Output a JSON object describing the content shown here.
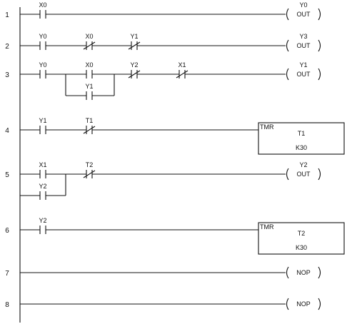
{
  "colors": {
    "ink": "#111111",
    "paper": "#ffffff"
  },
  "rungs": [
    {
      "number": "1",
      "contacts": [
        {
          "label": "X0",
          "type": "no"
        }
      ],
      "output": {
        "kind": "coil",
        "name": "Y0",
        "text": "OUT"
      }
    },
    {
      "number": "2",
      "contacts": [
        {
          "label": "Y0",
          "type": "no"
        },
        {
          "label": "X0",
          "type": "nc"
        },
        {
          "label": "Y1",
          "type": "nc"
        }
      ],
      "output": {
        "kind": "coil",
        "name": "Y3",
        "text": "OUT"
      }
    },
    {
      "number": "3",
      "contacts": [
        {
          "label": "Y0",
          "type": "no"
        },
        {
          "label": "X0",
          "type": "no"
        },
        {
          "label": "Y2",
          "type": "nc"
        },
        {
          "label": "X1",
          "type": "nc"
        }
      ],
      "branch_contacts": [
        {
          "label": "Y1",
          "type": "no"
        }
      ],
      "output": {
        "kind": "coil",
        "name": "Y1",
        "text": "OUT"
      }
    },
    {
      "number": "4",
      "contacts": [
        {
          "label": "Y1",
          "type": "no"
        },
        {
          "label": "T1",
          "type": "nc"
        }
      ],
      "output": {
        "kind": "box",
        "title": "TMR",
        "name": "T1",
        "value": "K30"
      }
    },
    {
      "number": "5",
      "contacts": [
        {
          "label": "X1",
          "type": "no"
        },
        {
          "label": "T2",
          "type": "nc"
        }
      ],
      "branch_contacts": [
        {
          "label": "Y2",
          "type": "no"
        }
      ],
      "output": {
        "kind": "coil",
        "name": "Y2",
        "text": "OUT"
      }
    },
    {
      "number": "6",
      "contacts": [
        {
          "label": "Y2",
          "type": "no"
        }
      ],
      "output": {
        "kind": "box",
        "title": "TMR",
        "name": "T2",
        "value": "K30"
      }
    },
    {
      "number": "7",
      "contacts": [],
      "output": {
        "kind": "coil",
        "text": "NOP"
      }
    },
    {
      "number": "8",
      "contacts": [],
      "output": {
        "kind": "coil",
        "text": "NOP"
      }
    }
  ]
}
